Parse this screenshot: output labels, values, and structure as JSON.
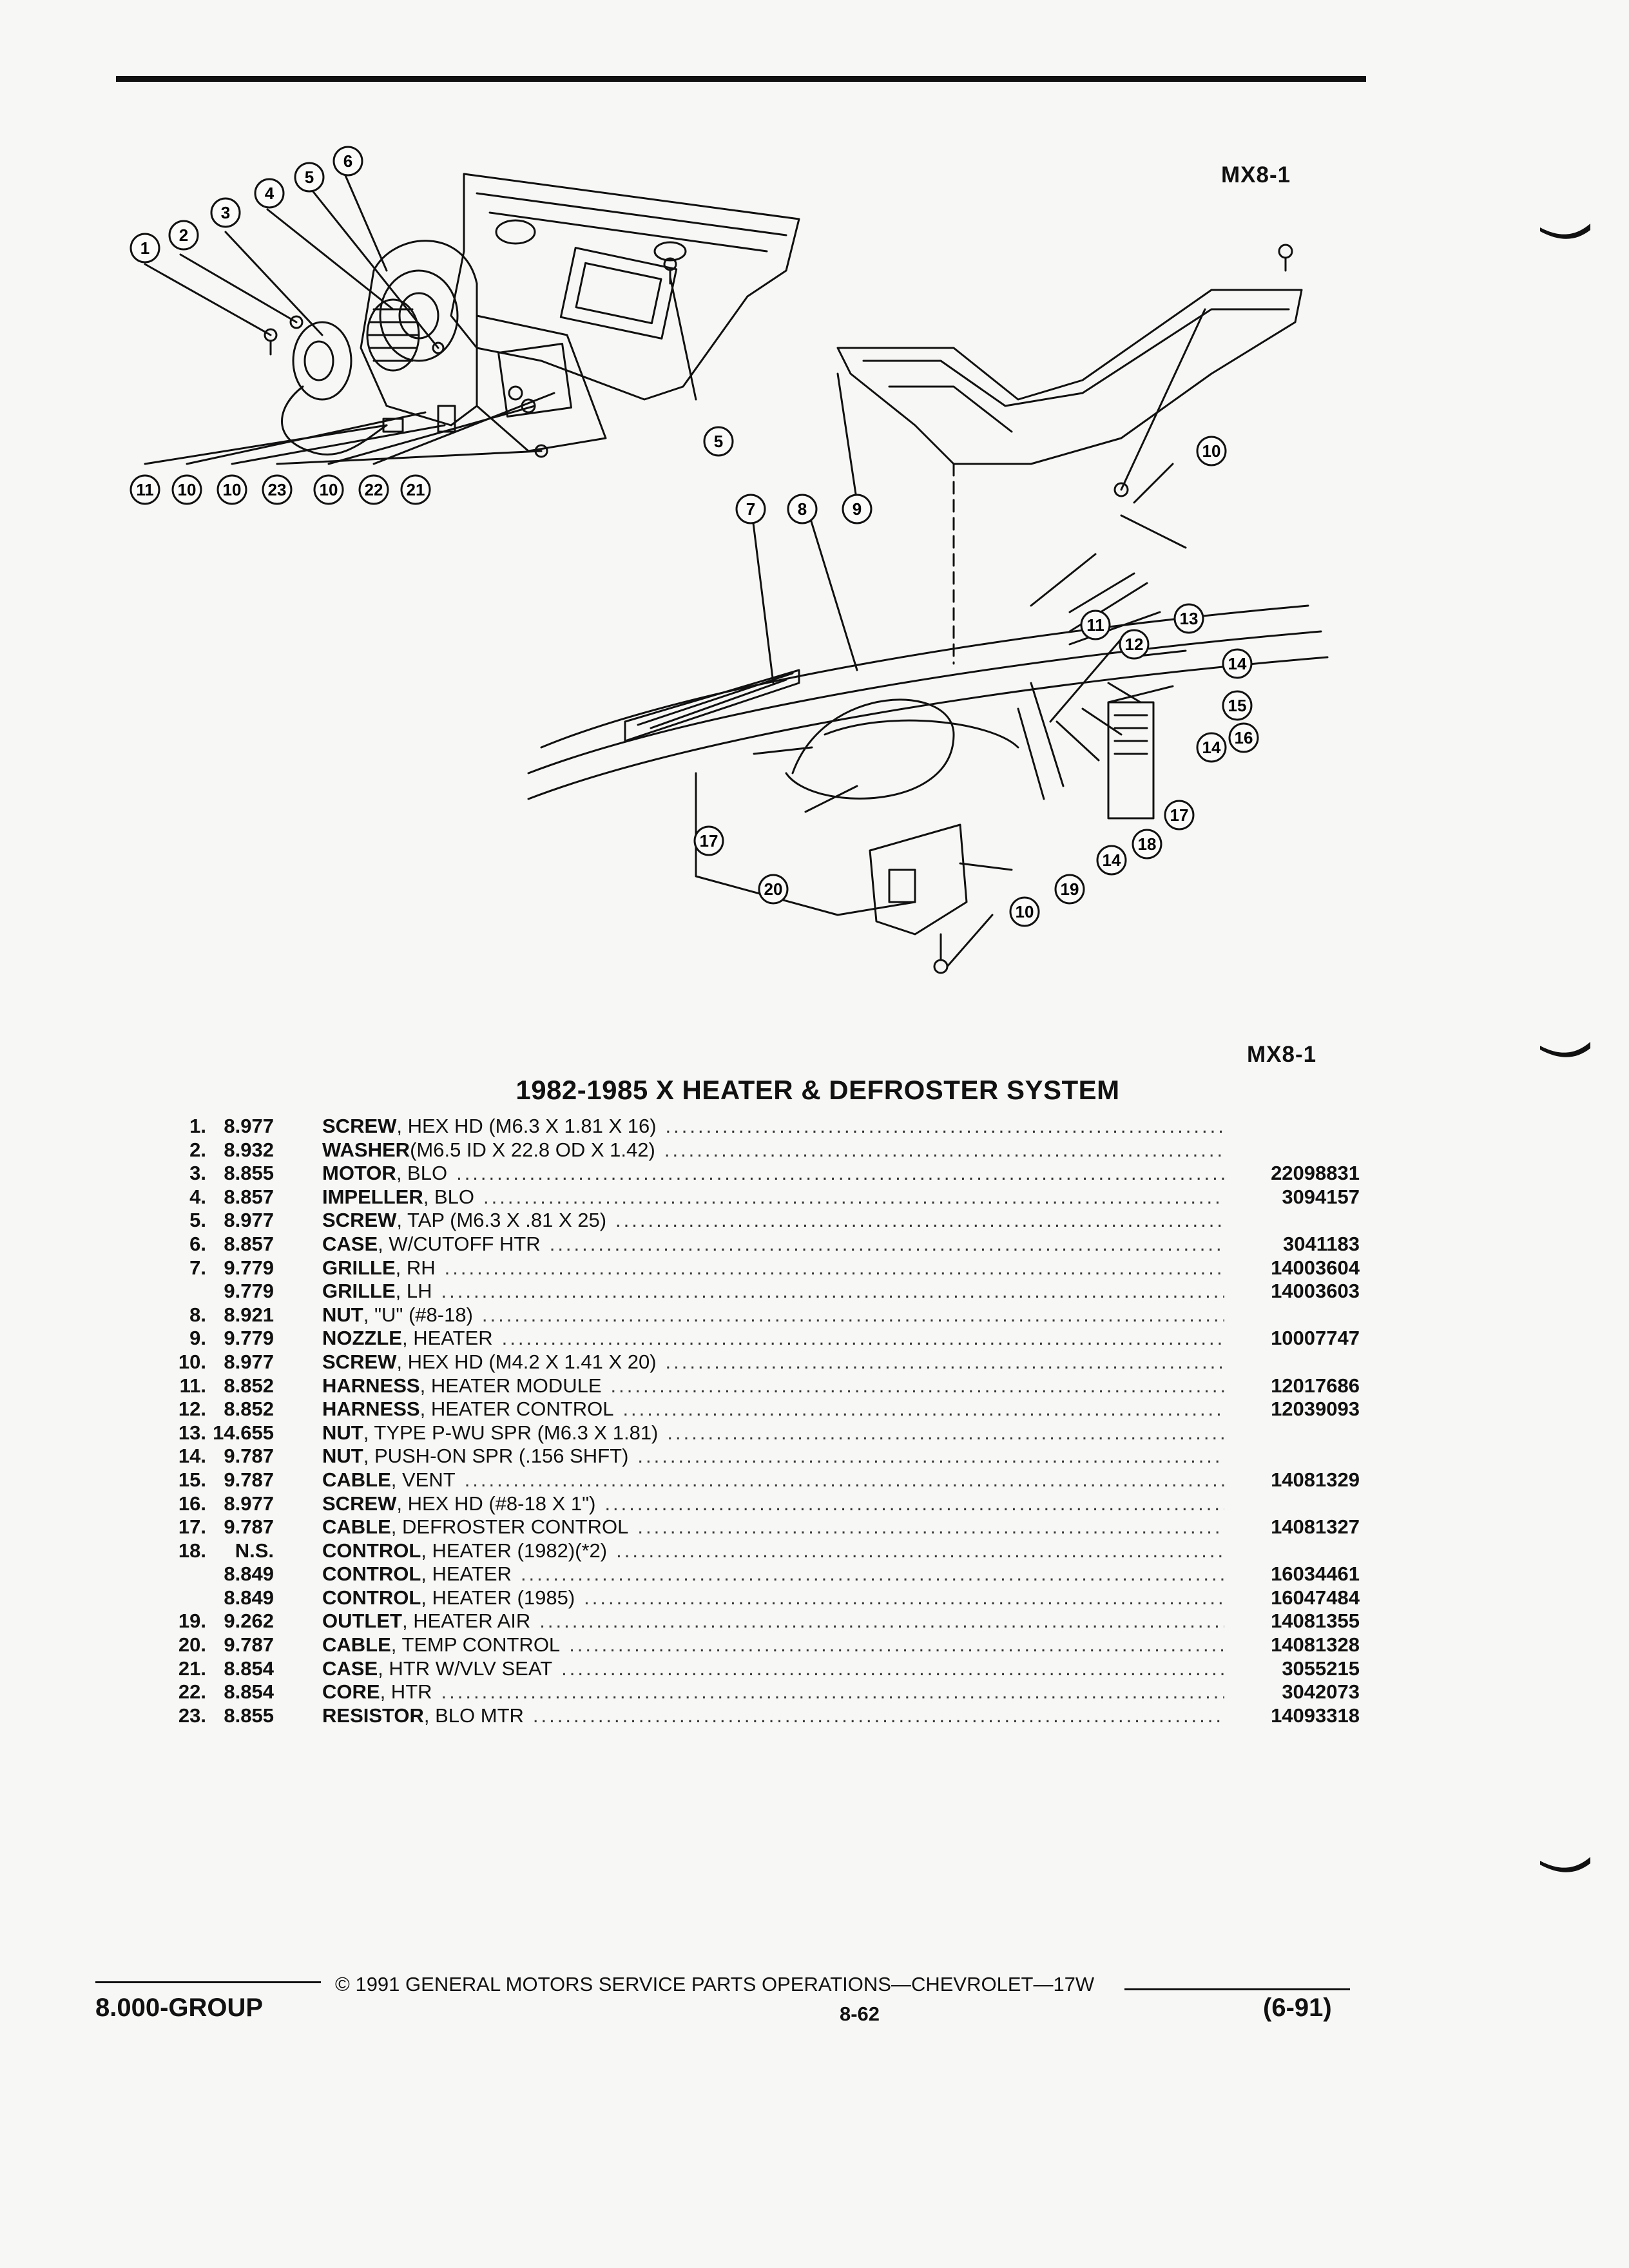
{
  "header": {
    "figure_code_top": "MX8-1",
    "figure_code_bottom": "MX8-1"
  },
  "diagram": {
    "callouts": [
      "1",
      "2",
      "3",
      "4",
      "5",
      "6",
      "5",
      "10",
      "11",
      "10",
      "23",
      "10",
      "22",
      "21",
      "7",
      "8",
      "9",
      "10",
      "11",
      "12",
      "13",
      "14",
      "15",
      "14",
      "16",
      "17",
      "18",
      "17",
      "14",
      "19",
      "20",
      "10"
    ]
  },
  "section": {
    "title": "1982-1985 X HEATER & DEFROSTER SYSTEM"
  },
  "parts": [
    {
      "num": "1.",
      "group": "8.977",
      "name": "SCREW",
      "spec": ", HEX HD (M6.3 X 1.81 X 16)",
      "part": ""
    },
    {
      "num": "2.",
      "group": "8.932",
      "name": "WASHER",
      "spec": " (M6.5 ID X 22.8 OD X 1.42)",
      "part": ""
    },
    {
      "num": "3.",
      "group": "8.855",
      "name": "MOTOR",
      "spec": ", BLO",
      "part": "22098831"
    },
    {
      "num": "4.",
      "group": "8.857",
      "name": "IMPELLER",
      "spec": ", BLO",
      "part": "3094157"
    },
    {
      "num": "5.",
      "group": "8.977",
      "name": "SCREW",
      "spec": ", TAP (M6.3 X .81 X 25)",
      "part": ""
    },
    {
      "num": "6.",
      "group": "8.857",
      "name": "CASE",
      "spec": ", W/CUTOFF HTR",
      "part": "3041183"
    },
    {
      "num": "7.",
      "group": "9.779",
      "name": "GRILLE",
      "spec": ", RH",
      "part": "14003604"
    },
    {
      "num": "",
      "group": "9.779",
      "name": "GRILLE",
      "spec": ", LH",
      "part": "14003603"
    },
    {
      "num": "8.",
      "group": "8.921",
      "name": "NUT",
      "spec": ", \"U\" (#8-18)",
      "part": ""
    },
    {
      "num": "9.",
      "group": "9.779",
      "name": "NOZZLE",
      "spec": ", HEATER",
      "part": "10007747"
    },
    {
      "num": "10.",
      "group": "8.977",
      "name": "SCREW",
      "spec": ", HEX HD (M4.2 X 1.41 X 20)",
      "part": ""
    },
    {
      "num": "11.",
      "group": "8.852",
      "name": "HARNESS",
      "spec": ", HEATER MODULE",
      "part": "12017686"
    },
    {
      "num": "12.",
      "group": "8.852",
      "name": "HARNESS",
      "spec": ", HEATER CONTROL",
      "part": "12039093"
    },
    {
      "num": "13.",
      "group": "14.655",
      "name": "NUT",
      "spec": ", TYPE P-WU SPR (M6.3 X 1.81)",
      "part": ""
    },
    {
      "num": "14.",
      "group": "9.787",
      "name": "NUT",
      "spec": ", PUSH-ON SPR (.156 SHFT)",
      "part": ""
    },
    {
      "num": "15.",
      "group": "9.787",
      "name": "CABLE",
      "spec": ", VENT",
      "part": "14081329"
    },
    {
      "num": "16.",
      "group": "8.977",
      "name": "SCREW",
      "spec": ", HEX HD (#8-18 X 1\")",
      "part": ""
    },
    {
      "num": "17.",
      "group": "9.787",
      "name": "CABLE",
      "spec": ", DEFROSTER CONTROL",
      "part": "14081327"
    },
    {
      "num": "18.",
      "group": "N.S.",
      "name": "CONTROL",
      "spec": ", HEATER (1982)(*2)",
      "part": ""
    },
    {
      "num": "",
      "group": "8.849",
      "name": "CONTROL",
      "spec": ", HEATER",
      "part": "16034461"
    },
    {
      "num": "",
      "group": "8.849",
      "name": "CONTROL",
      "spec": ", HEATER (1985)",
      "part": "16047484"
    },
    {
      "num": "19.",
      "group": "9.262",
      "name": "OUTLET",
      "spec": ", HEATER AIR",
      "part": "14081355"
    },
    {
      "num": "20.",
      "group": "9.787",
      "name": "CABLE",
      "spec": ", TEMP CONTROL",
      "part": "14081328"
    },
    {
      "num": "21.",
      "group": "8.854",
      "name": "CASE",
      "spec": ", HTR W/VLV SEAT",
      "part": "3055215"
    },
    {
      "num": "22.",
      "group": "8.854",
      "name": "CORE",
      "spec": ", HTR",
      "part": "3042073"
    },
    {
      "num": "23.",
      "group": "8.855",
      "name": "RESISTOR",
      "spec": ", BLO MTR",
      "part": "14093318"
    }
  ],
  "footer": {
    "group_label": "8.000-GROUP",
    "copyright": "© 1991 GENERAL MOTORS SERVICE PARTS OPERATIONS—CHEVROLET—17W",
    "page": "8-62",
    "date_code": "(6-91)"
  }
}
